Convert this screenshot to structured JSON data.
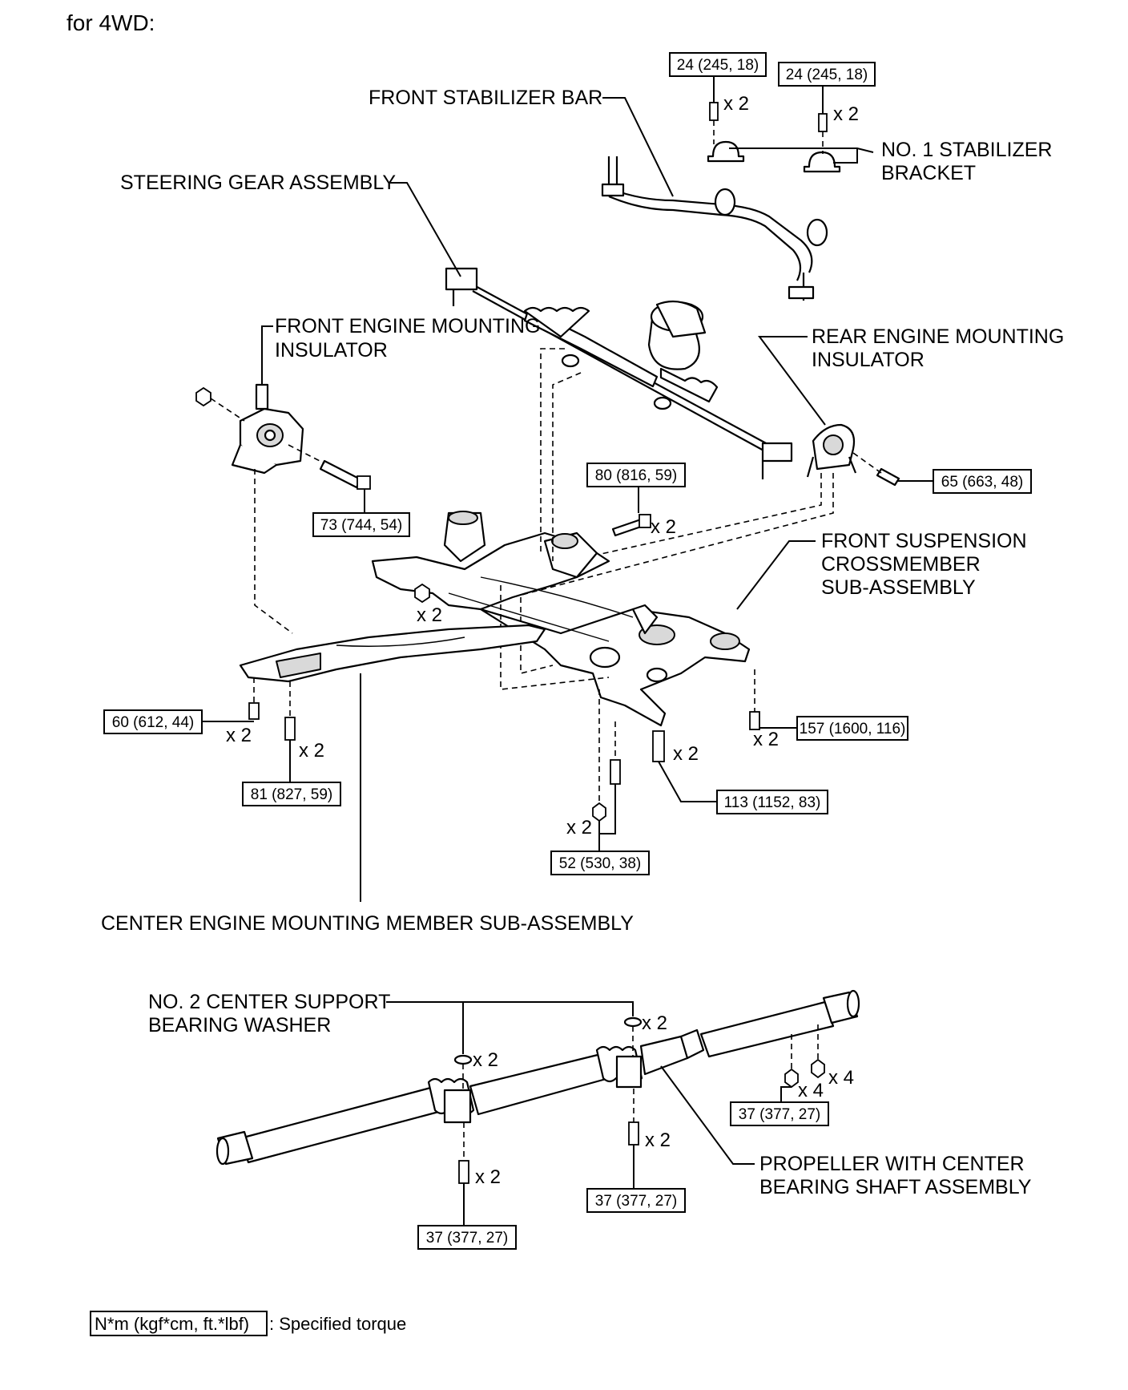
{
  "heading": "for 4WD:",
  "labels": {
    "front_stabilizer_bar": "FRONT STABILIZER BAR",
    "no1_stabilizer_bracket_l1": "NO. 1 STABILIZER",
    "no1_stabilizer_bracket_l2": "BRACKET",
    "steering_gear_assembly": "STEERING GEAR ASSEMBLY",
    "front_engine_mounting_l1": "FRONT ENGINE MOUNTING",
    "front_engine_mounting_l2": "INSULATOR",
    "rear_engine_mounting_l1": "REAR ENGINE MOUNTING",
    "rear_engine_mounting_l2": "INSULATOR",
    "crossmember_l1": "FRONT SUSPENSION",
    "crossmember_l2": "CROSSMEMBER",
    "crossmember_l3": "SUB-ASSEMBLY",
    "center_member": "CENTER ENGINE MOUNTING MEMBER SUB-ASSEMBLY",
    "washer_l1": "NO. 2 CENTER SUPPORT",
    "washer_l2": "BEARING WASHER",
    "propeller_l1": "PROPELLER WITH CENTER",
    "propeller_l2": "BEARING SHAFT ASSEMBLY"
  },
  "torques": {
    "stab_left": "24 (245, 18)",
    "stab_right": "24 (245, 18)",
    "front_mount": "73 (744, 54)",
    "crossmember_top": "80 (816, 59)",
    "rear_mount": "65 (663, 48)",
    "member_left": "60 (612, 44)",
    "member_mid": "81 (827, 59)",
    "cross_rear": "157 (1600, 116)",
    "cross_bottom": "113 (1152, 83)",
    "cross_nut": "52 (530, 38)",
    "shaft_flange": "37 (377, 27)",
    "shaft_center": "37 (377, 27)",
    "shaft_front": "37 (377, 27)"
  },
  "quantities": {
    "stab_left": "x 2",
    "stab_right": "x 2",
    "crossmember_top": "x 2",
    "crossmember_nut": "x 2",
    "member_left": "x 2",
    "member_mid": "x 2",
    "cross_rear": "x 2",
    "cross_bottom": "x 2",
    "cross_nut": "x 2",
    "washer_upper": "x 2",
    "washer_lower": "x 2",
    "flange_bolt": "x 4",
    "flange_nut": "x 4",
    "center_bolt": "x 2",
    "front_bolt": "x 2"
  },
  "legend": {
    "unit": "N*m (kgf*cm, ft.*lbf)",
    "text": ": Specified torque"
  },
  "icons": [
    "bolt-icon",
    "nut-icon",
    "washer-icon"
  ]
}
